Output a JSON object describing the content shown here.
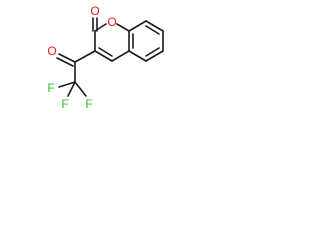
{
  "molecule": {
    "atoms": {
      "ring_oxygen": {
        "symbol": "O",
        "color": "#e8171f"
      },
      "lactone_carbonyl_oxygen": {
        "symbol": "O",
        "color": "#e8171f"
      },
      "ketone_oxygen": {
        "symbol": "O",
        "color": "#e8171f"
      },
      "fluorine_left": {
        "symbol": "F",
        "color": "#2fbf2f"
      },
      "fluorine_bottom_left": {
        "symbol": "F",
        "color": "#2fbf2f"
      },
      "fluorine_bottom_right": {
        "symbol": "F",
        "color": "#2fbf2f"
      }
    },
    "bond_color": "#1a1a1a"
  }
}
